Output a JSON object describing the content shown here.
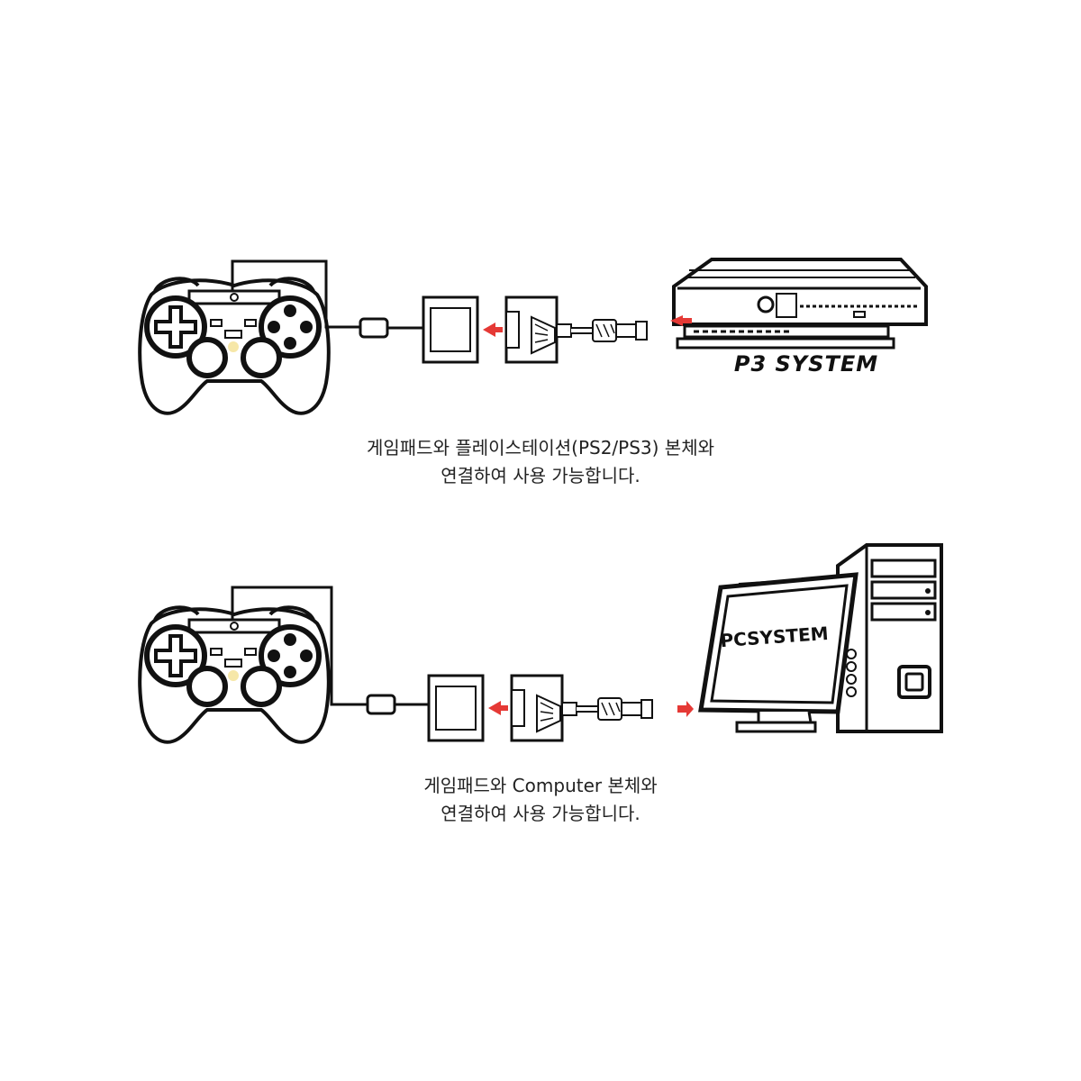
{
  "section1": {
    "system_label": "P3 SYSTEM",
    "caption_line1": "게임패드와 플레이스테이션(PS2/PS3) 본체와",
    "caption_line2": "연결하여 사용 가능합니다."
  },
  "section2": {
    "system_label": "PCSYSTEM",
    "caption_line1": "게임패드와 Computer 본체와",
    "caption_line2": "연결하여 사용 가능합니다."
  },
  "colors": {
    "arrow": "#e53935",
    "line": "#111111"
  }
}
